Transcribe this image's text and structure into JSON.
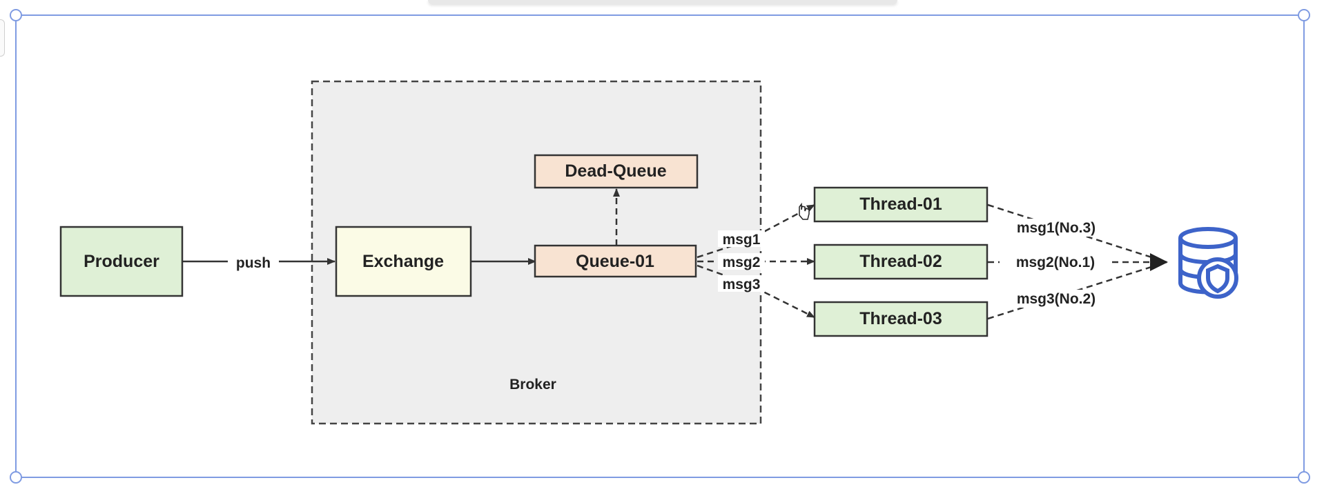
{
  "colors": {
    "selection": "#7f9be2",
    "broker_fill": "#eeeeee",
    "producer_fill": "#dff0d6",
    "exchange_fill": "#fbfbe6",
    "queue_fill": "#f8e3d2",
    "thread_fill": "#dff0d6",
    "stroke": "#333333",
    "db_icon": "#3d63c9"
  },
  "diagram": {
    "broker_label": "Broker",
    "nodes": {
      "producer": "Producer",
      "exchange": "Exchange",
      "queue": "Queue-01",
      "dead_queue": "Dead-Queue",
      "threads": [
        "Thread-01",
        "Thread-02",
        "Thread-03"
      ]
    },
    "edges": {
      "push": "push",
      "queue_to_threads": [
        "msg1",
        "msg2",
        "msg3"
      ],
      "threads_to_db": [
        "msg1(No.3)",
        "msg2(No.1)",
        "msg3(No.2)"
      ]
    },
    "database_icon": "database-shield-icon"
  }
}
